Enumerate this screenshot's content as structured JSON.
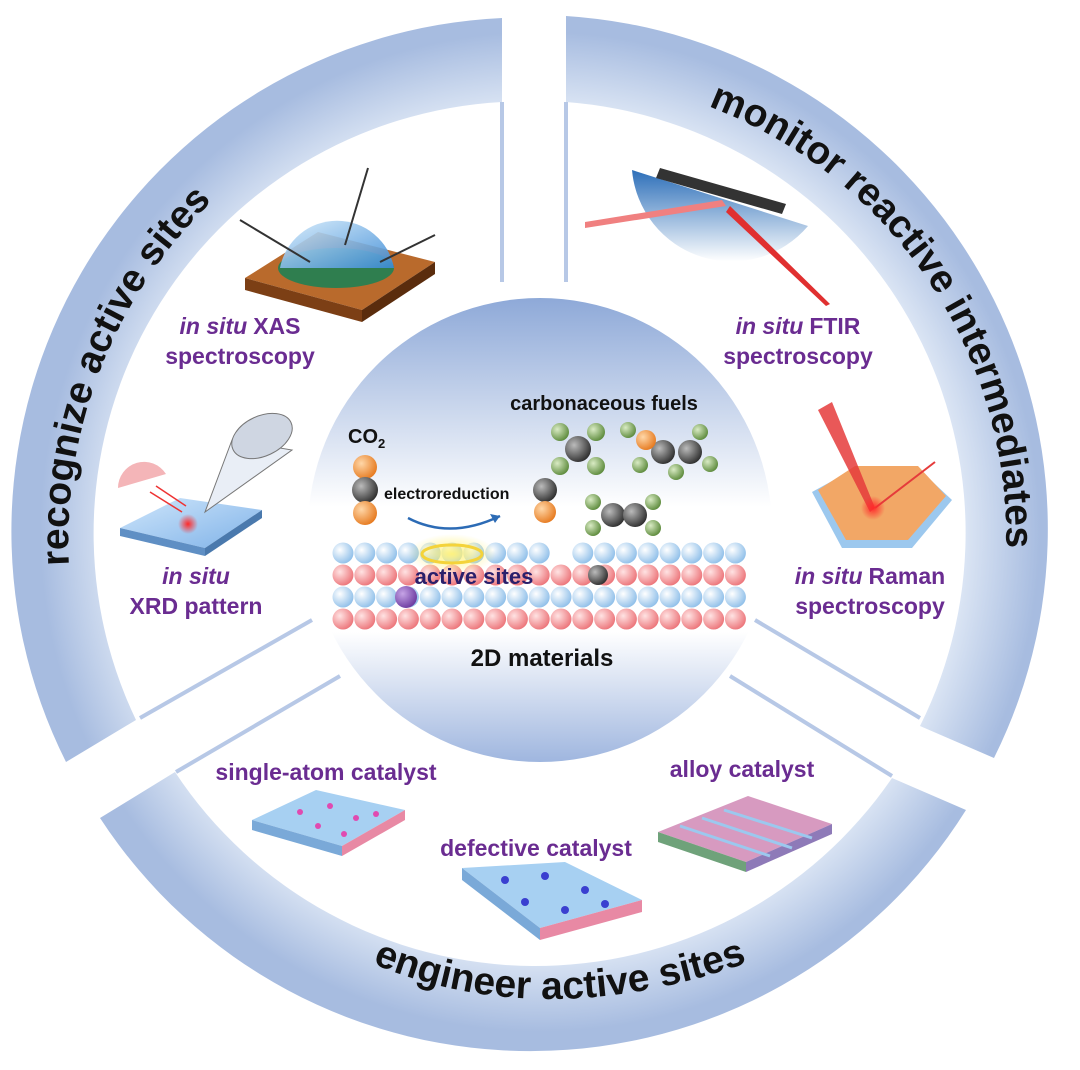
{
  "sections": {
    "top_left_title": "recognize active sites",
    "top_right_title": "monitor reactive intermediates",
    "bottom_title": "engineer active sites"
  },
  "techniques": {
    "xas": {
      "prefix": "in situ",
      "suffix": "XAS",
      "line2": "spectroscopy"
    },
    "xrd": {
      "prefix": "in situ",
      "line2": "XRD pattern"
    },
    "ftir": {
      "prefix": "in situ",
      "suffix": "FTIR",
      "line2": "spectroscopy"
    },
    "raman": {
      "prefix": "in situ",
      "suffix": "Raman",
      "line2": "spectroscopy"
    }
  },
  "center": {
    "co2_main": "CO",
    "co2_sub": "2",
    "process": "electroreduction",
    "products": "carbonaceous fuels",
    "active_sites": "active sites",
    "material": "2D materials"
  },
  "catalysts": {
    "single_atom": "single-atom catalyst",
    "defective": "defective catalyst",
    "alloy": "alloy catalyst"
  },
  "colors": {
    "ring": "#a9bde0",
    "title_text": "#111111",
    "label_purple": "#6a2c91",
    "atom_blue": "#9cc8ee",
    "atom_red": "#f0878a",
    "carbon_gray": "#4a4a4a",
    "oxygen_orange": "#ee8a30",
    "hydrogen_green": "#7fa65a"
  }
}
